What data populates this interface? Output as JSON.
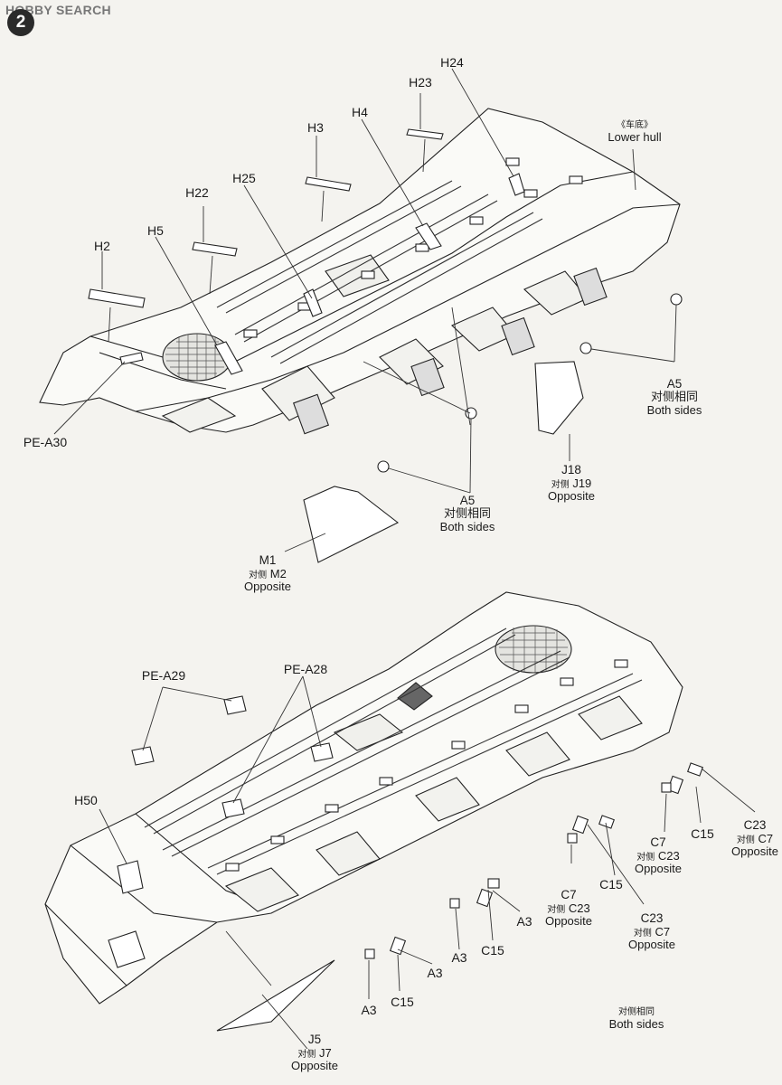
{
  "watermark": {
    "text": "HOBBY SEARCH"
  },
  "step": {
    "number": "2"
  },
  "top_assembly": {
    "parts": {
      "h24": "H24",
      "h23": "H23",
      "h4": "H4",
      "h3": "H3",
      "h25": "H25",
      "h22": "H22",
      "h5": "H5",
      "h2": "H2",
      "pe_a30": "PE-A30"
    },
    "lower_hull": {
      "zh": "《车底》",
      "en": "Lower hull"
    },
    "a5_right": {
      "part": "A5",
      "zh": "对侧相同",
      "en": "Both sides"
    },
    "a5_center": {
      "part": "A5",
      "zh": "对侧相同",
      "en": "Both sides"
    },
    "j18": {
      "part": "J18",
      "zh": "对侧",
      "alt": "J19",
      "en": "Opposite"
    },
    "m1": {
      "part": "M1",
      "zh": "对侧",
      "alt": "M2",
      "en": "Opposite"
    }
  },
  "bottom_assembly": {
    "pe_a29": "PE-A29",
    "pe_a28": "PE-A28",
    "h50": "H50",
    "c23_r": {
      "part": "C23",
      "zh": "对侧",
      "alt": "C7",
      "en": "Opposite"
    },
    "c15_r": "C15",
    "c7_r": {
      "part": "C7",
      "zh": "对侧",
      "alt": "C23",
      "en": "Opposite"
    },
    "c15_m": "C15",
    "c7_m": {
      "part": "C7",
      "zh": "对侧",
      "alt": "C23",
      "en": "Opposite"
    },
    "c23_m": {
      "part": "C23",
      "zh": "对侧",
      "alt": "C7",
      "en": "Opposite"
    },
    "a3_r": "A3",
    "c15_l": "C15",
    "a3_m": "A3",
    "a3_l": "A3",
    "a3_ll": "A3",
    "c15_ll": "C15",
    "j5": {
      "part": "J5",
      "zh": "对侧",
      "alt": "J7",
      "en": "Opposite"
    },
    "both_sides": {
      "zh": "对侧相同",
      "en": "Both sides"
    }
  }
}
